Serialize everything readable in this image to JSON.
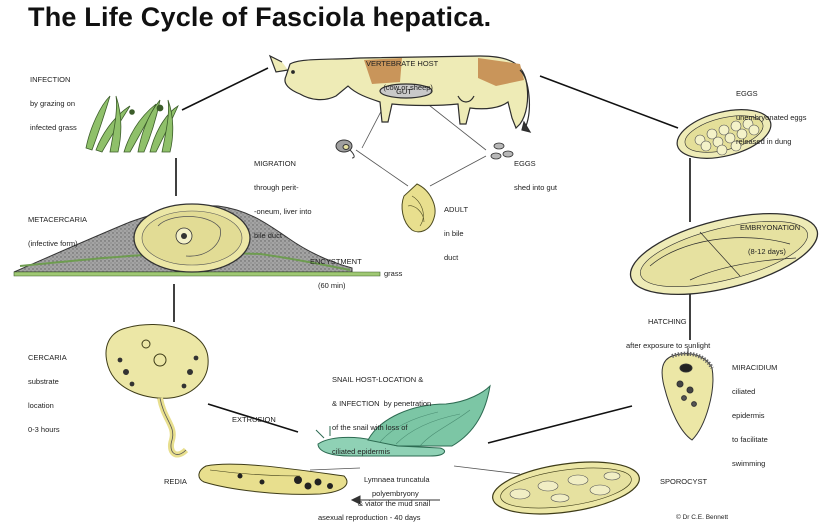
{
  "title": "The Life Cycle of Fasciola hepatica.",
  "labels": {
    "vertebrate_host": "VERTEBRATE HOST",
    "vertebrate_host_sub": "(cow or sheep)",
    "gut": "GUT",
    "infection": "INFECTION",
    "infection_sub1": "by grazing on",
    "infection_sub2": "infected grass",
    "eggs": "EGGS",
    "eggs_sub1": "unembryonated eggs",
    "eggs_sub2": "released in dung",
    "migration": "MIGRATION",
    "migration_sub1": "through perit-",
    "migration_sub2": "-oneum, liver into",
    "migration_sub3": "bile duct",
    "eggs_gut": "EGGS",
    "eggs_gut_sub": "shed into gut",
    "adult": "ADULT",
    "adult_sub1": "in bile",
    "adult_sub2": "duct",
    "metacercaria": "METACERCARIA",
    "metacercaria_sub": "(infective form)",
    "encystment": "ENCYSTMENT",
    "encystment_sub": "(60 min)",
    "grass": "grass",
    "embryonation": "EMBRYONATION",
    "embryonation_sub": "(8-12 days)",
    "hatching": "HATCHING",
    "hatching_sub": "after exposure to sunlight",
    "cercaria": "CERCARIA",
    "cercaria_sub1": "substrate",
    "cercaria_sub2": "location",
    "cercaria_sub3": "0-3 hours",
    "snail_host": "SNAIL HOST-LOCATION &",
    "snail_host_sub1": "& INFECTION  by penetration",
    "snail_host_sub2": "of the snail with loss of",
    "snail_host_sub3": "ciliated epidermis",
    "miracidium": "MIRACIDIUM",
    "miracidium_sub1": "ciliated",
    "miracidium_sub2": "epidermis",
    "miracidium_sub3": "to facilitate",
    "miracidium_sub4": "swimming",
    "extrusion": "EXTRUSION",
    "lymnaea1": "Lymnaea truncatula",
    "lymnaea2": "& viator the mud snail",
    "redia": "REDIA",
    "sporocyst": "SPOROCYST",
    "polyembryony": "polyembryony",
    "asexual": "asexual reproduction - 40 days",
    "credit": "© Dr C.E. Bennett"
  },
  "colors": {
    "organism_fill": "#e8e3a4",
    "organism_stroke": "#5b5a2a",
    "cow_patch": "#c9955a",
    "snail": "#8fd1b5",
    "grass": "#8fc06a",
    "cyst_mound": "#9a9a9a"
  }
}
